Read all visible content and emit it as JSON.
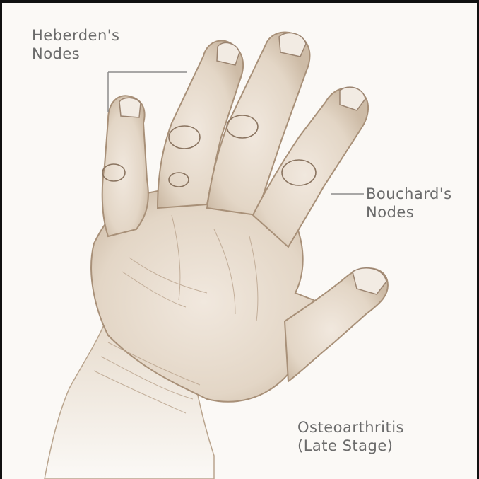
{
  "labels": {
    "heberden": {
      "line1": "Heberden's",
      "line2": "Nodes"
    },
    "bouchard": {
      "line1": "Bouchard's",
      "line2": "Nodes"
    },
    "caption": {
      "line1": "Osteoarthritis",
      "line2": "(Late Stage)"
    }
  },
  "colors": {
    "skin": "#ece3d8",
    "skin_shadow": "#c9b8a5",
    "ink": "#8a7460",
    "label_text": "#6b6b6b",
    "leader_line": "#8c8c8c",
    "frame": "#111111"
  },
  "illustration": "hand-osteoarthritis-sketch"
}
